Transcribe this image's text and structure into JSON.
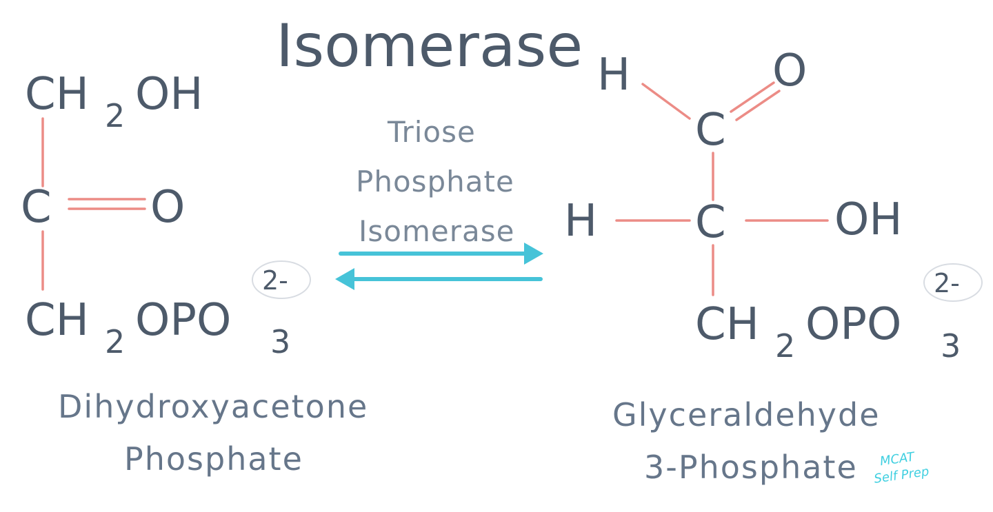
{
  "title": "Isomerase",
  "enzyme": {
    "line1": "Triose",
    "line2": "Phosphate",
    "line3": "Isomerase"
  },
  "left_molecule": {
    "top_group": "CH",
    "top_sub": "2",
    "top_tail": "OH",
    "center_atom": "C",
    "double_bond_atom": "O",
    "bottom_group": "CH",
    "bottom_sub": "2",
    "bottom_tail": "OPO",
    "bottom_sub2": "3",
    "charge": "2-",
    "name_line1": "Dihydroxyacetone",
    "name_line2": "Phosphate"
  },
  "right_molecule": {
    "top_h": "H",
    "top_o": "O",
    "top_c": "C",
    "mid_h": "H",
    "mid_c": "C",
    "mid_oh": "OH",
    "bottom_group": "CH",
    "bottom_sub": "2",
    "bottom_tail": "OPO",
    "bottom_sub2": "3",
    "charge": "2-",
    "name_line1": "Glyceraldehyde",
    "name_line2": "3-Phosphate"
  },
  "logo": {
    "line1": "MCAT",
    "line2": "Self Prep"
  },
  "colors": {
    "text": "#4d5a6a",
    "bond": "#ec8c86",
    "arrow": "#46c3d8"
  }
}
